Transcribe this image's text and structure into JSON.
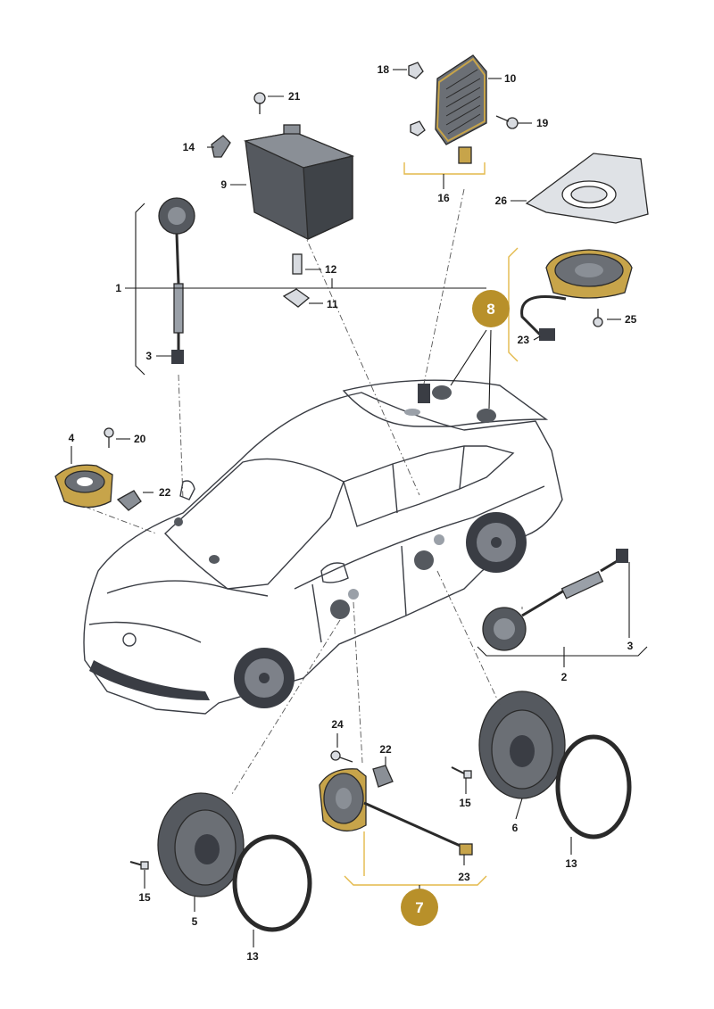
{
  "colors": {
    "badge": "#b8902a",
    "group_bracket": "#e3b94a",
    "car_body": "#eef0f3",
    "glass": "#c9cdd4",
    "dark_part": "#55595f",
    "speaker_cone": "#6b6f75",
    "amp_heatsink": "#c7a44a"
  },
  "badges": {
    "b7": "7",
    "b8": "8"
  },
  "labels": {
    "l1": "1",
    "l2": "2",
    "l3a": "3",
    "l3b": "3",
    "l4": "4",
    "l5": "5",
    "l6": "6",
    "l9": "9",
    "l10": "10",
    "l11": "11",
    "l12": "12",
    "l13a": "13",
    "l13b": "13",
    "l14": "14",
    "l15a": "15",
    "l15b": "15",
    "l16": "16",
    "l18": "18",
    "l19": "19",
    "l20": "20",
    "l21": "21",
    "l22a": "22",
    "l22b": "22",
    "l23a": "23",
    "l23b": "23",
    "l24": "24",
    "l25": "25",
    "l26": "26"
  },
  "icons": [
    "car-body",
    "subwoofer-box",
    "amplifier",
    "tweeter",
    "midrange-speaker",
    "woofer",
    "seal-ring",
    "cable-harness",
    "connector",
    "screw",
    "clip",
    "bracket"
  ]
}
